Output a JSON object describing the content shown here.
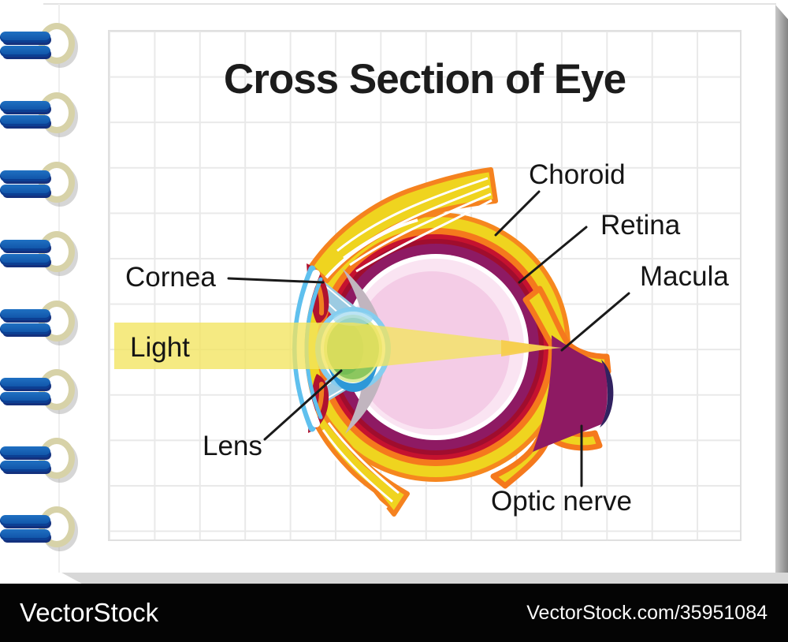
{
  "title": "Cross Section of Eye",
  "labels": {
    "cornea": "Cornea",
    "light": "Light",
    "lens": "Lens",
    "choroid": "Choroid",
    "retina": "Retina",
    "macula": "Macula",
    "optic_nerve": "Optic nerve"
  },
  "watermark": {
    "brand": "VectorStock",
    "url": "VectorStock.com/35951084"
  },
  "colors": {
    "sclera_yellow": "#EFD41F",
    "sclera_orange": "#F5791D",
    "red_layer": "#C5122F",
    "choroid_purple": "#8E1A63",
    "vitreous_pink": "#FAE4F2",
    "lens_green": "#8CC75F",
    "cornea_blue": "#5FC0EE",
    "light_beam_yellow": "#F2E45F",
    "binder_blue": "#0E50A4",
    "grid_line": "#E9E9E9"
  }
}
